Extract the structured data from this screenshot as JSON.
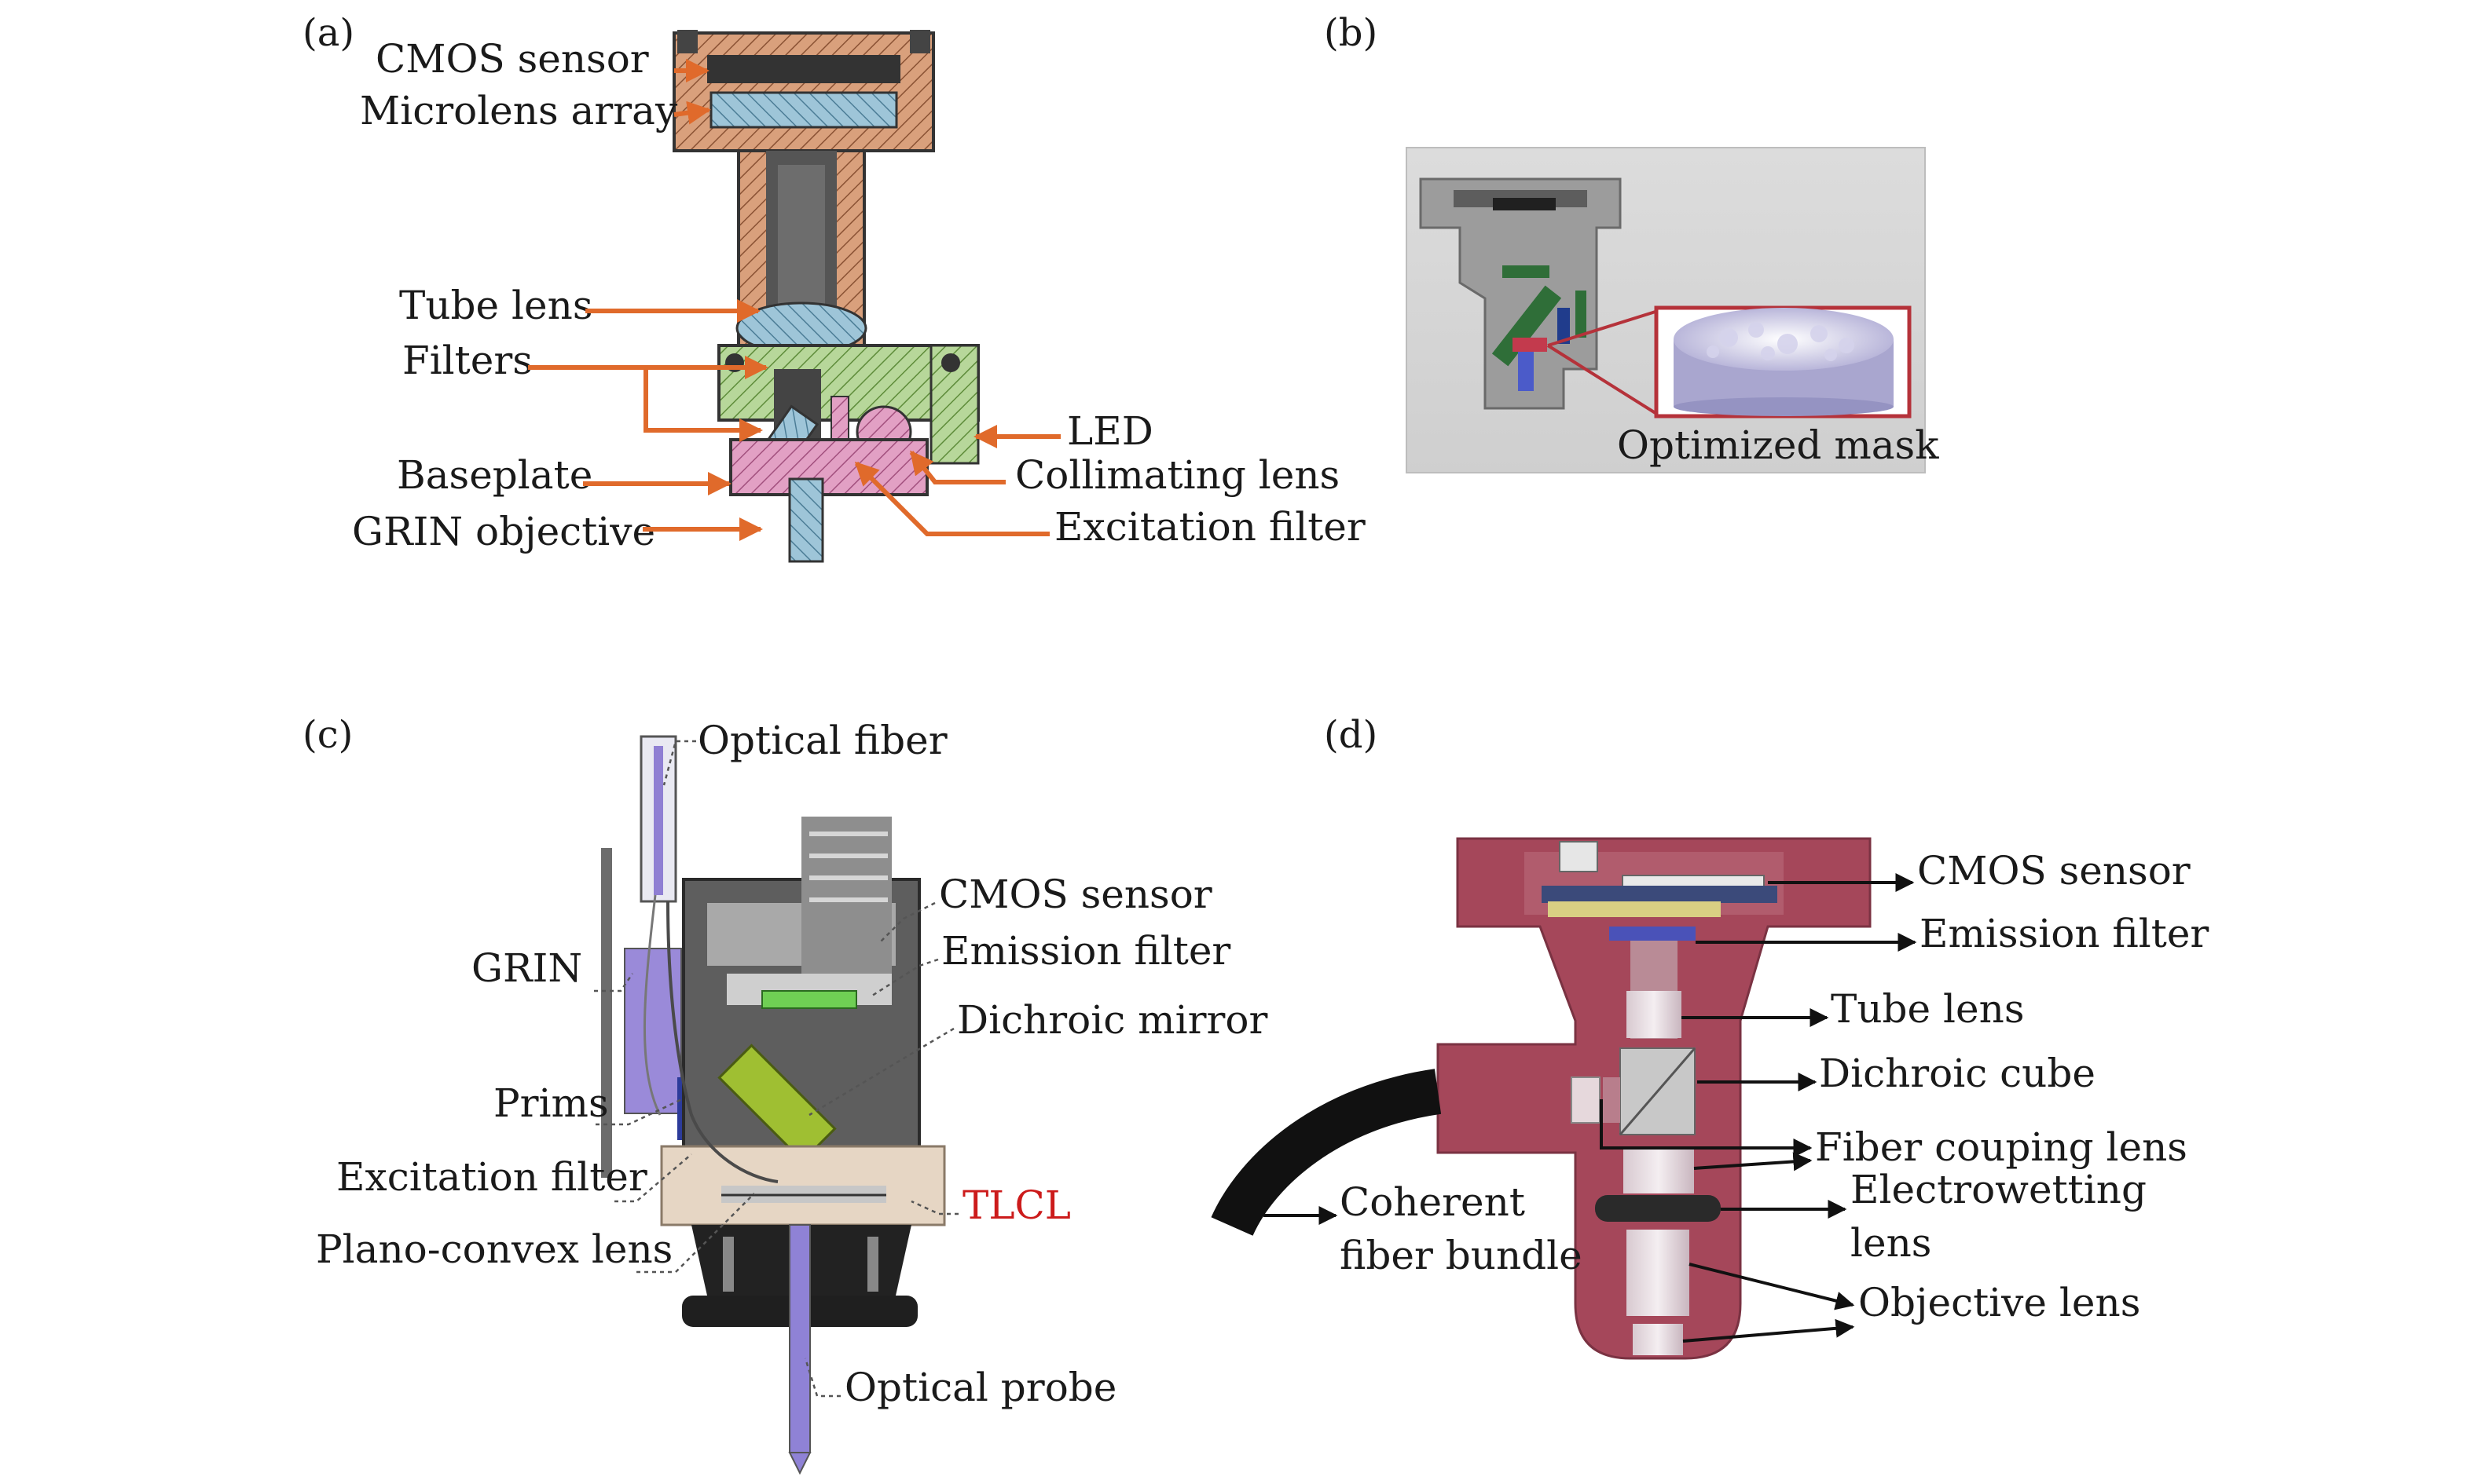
{
  "panels": [
    {
      "id": "a",
      "letter": "(a)",
      "labels": {
        "cmos_sensor": "CMOS sensor",
        "microlens_array": "Microlens array",
        "tube_lens": "Tube lens",
        "filters": "Filters",
        "baseplate": "Baseplate",
        "grin_objective": "GRIN objective",
        "led": "LED",
        "collimating_lens": "Collimating lens",
        "excitation_filter": "Excitation filter"
      },
      "arrow_color": "#e06a2b"
    },
    {
      "id": "b",
      "letter": "(b)",
      "labels": {
        "optimized_mask": "Optimized mask"
      },
      "inset_frame_color": "#b5323a"
    },
    {
      "id": "c",
      "letter": "(c)",
      "labels": {
        "optical_fiber": "Optical fiber",
        "cmos_sensor": "CMOS sensor",
        "emission_filter": "Emission filter",
        "grin": "GRIN",
        "dichroic_mirror": "Dichroic mirror",
        "prims": "Prims",
        "excitation_filter": "Excitation filter",
        "tlcl": "TLCL",
        "plano_convex_lens": "Plano-convex lens",
        "optical_probe": "Optical probe"
      },
      "highlight_color": "#cc1b1b"
    },
    {
      "id": "d",
      "letter": "(d)",
      "labels": {
        "cmos_sensor": "CMOS sensor",
        "emission_filter": "Emission filter",
        "tube_lens": "Tube lens",
        "dichroic_cube": "Dichroic cube",
        "fiber_couping_lens": "Fiber couping lens",
        "electrowetting_lens_line1": "Electrowetting",
        "electrowetting_lens_line2": "lens",
        "coherent_fiber_bundle_line1": "Coherent",
        "coherent_fiber_bundle_line2": "fiber bundle",
        "objective_lens": "Objective lens"
      },
      "housing_color": "#a5475a"
    }
  ]
}
